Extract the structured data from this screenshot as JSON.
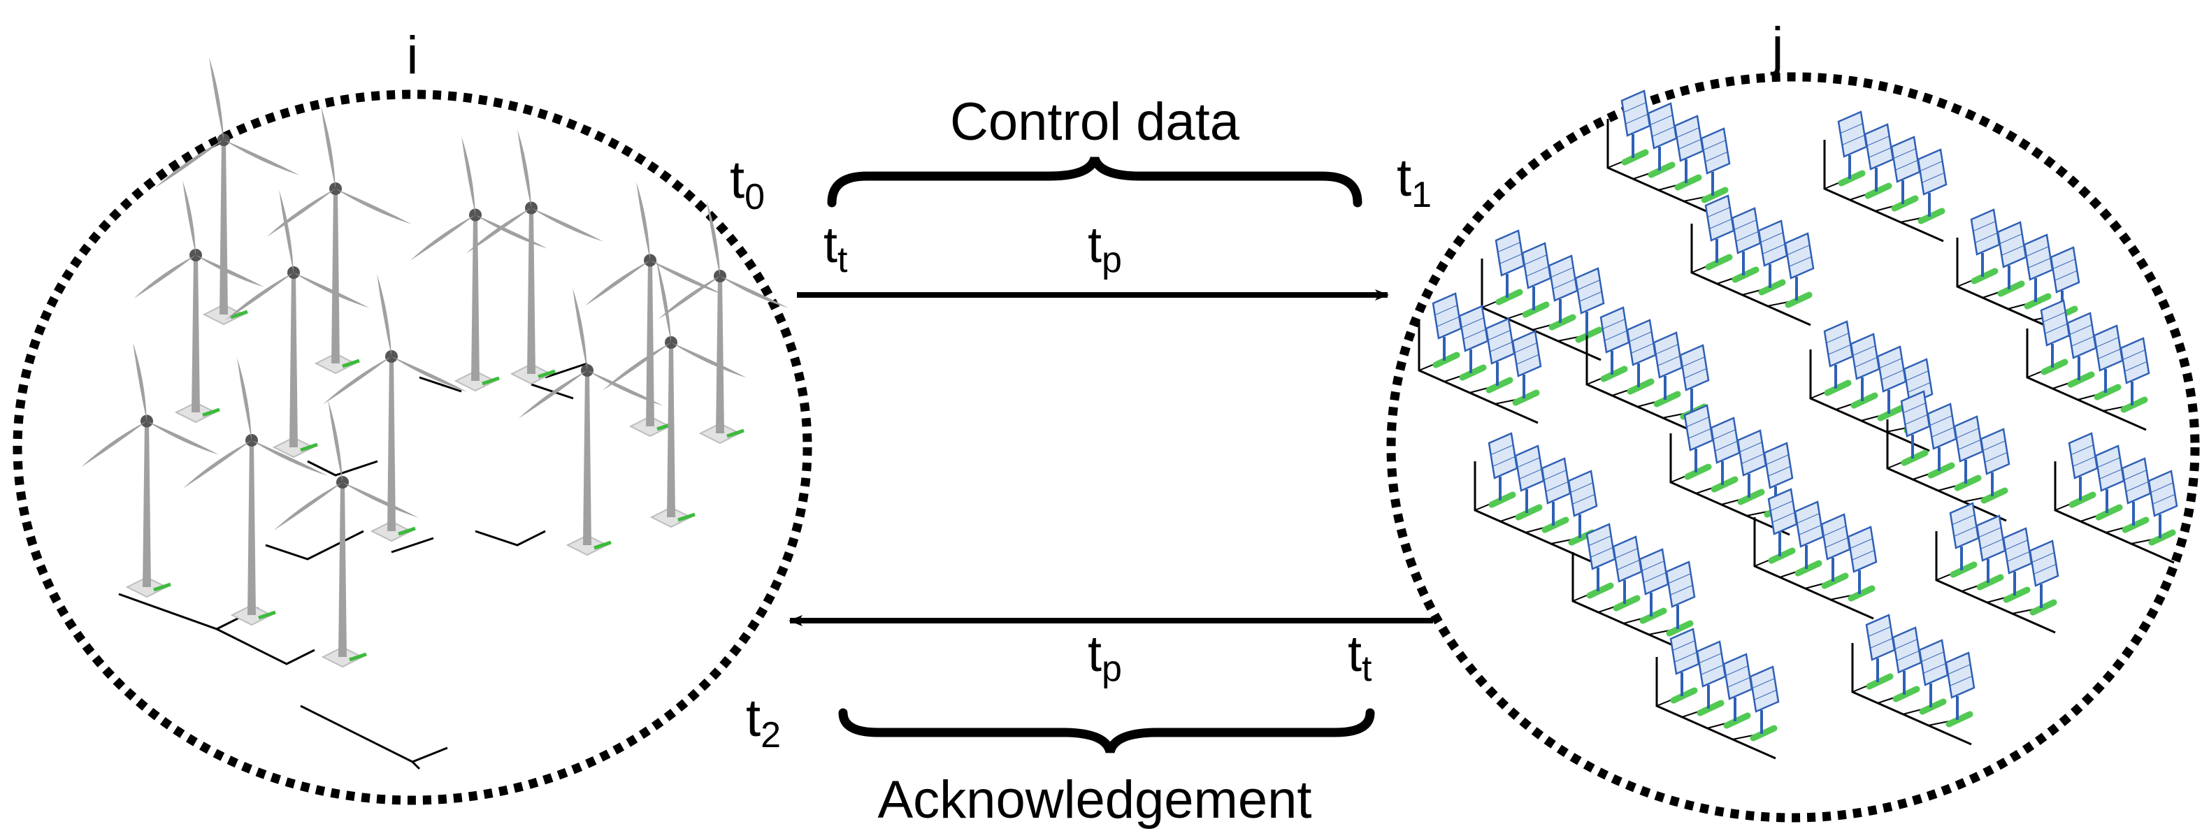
{
  "nodes": {
    "left": {
      "label": "i",
      "content_icon": "wind-turbine-icon",
      "turbine_count": 14
    },
    "right": {
      "label": "j",
      "content_icon": "solar-panel-icon",
      "panel_group_count": 18
    }
  },
  "time_labels": {
    "t0": {
      "base": "t",
      "sub": "0"
    },
    "t1": {
      "base": "t",
      "sub": "1"
    },
    "t2": {
      "base": "t",
      "sub": "2"
    }
  },
  "top_link": {
    "label": "Control data",
    "tt": {
      "base": "t",
      "sub": "t"
    },
    "tp": {
      "base": "t",
      "sub": "p"
    }
  },
  "bottom_link": {
    "label": "Acknowledgement",
    "tt": {
      "base": "t",
      "sub": "t"
    },
    "tp": {
      "base": "t",
      "sub": "p"
    }
  },
  "colors": {
    "outline": "#000000",
    "turbine": "#a0a0a0",
    "turbine_base": "#e2e2e2",
    "turbine_accent": "#3dba3d",
    "panel_fill": "#dbe6f7",
    "panel_stroke": "#2f60b5",
    "panel_pole": "#2f60b5",
    "panel_base": "#52c952"
  }
}
